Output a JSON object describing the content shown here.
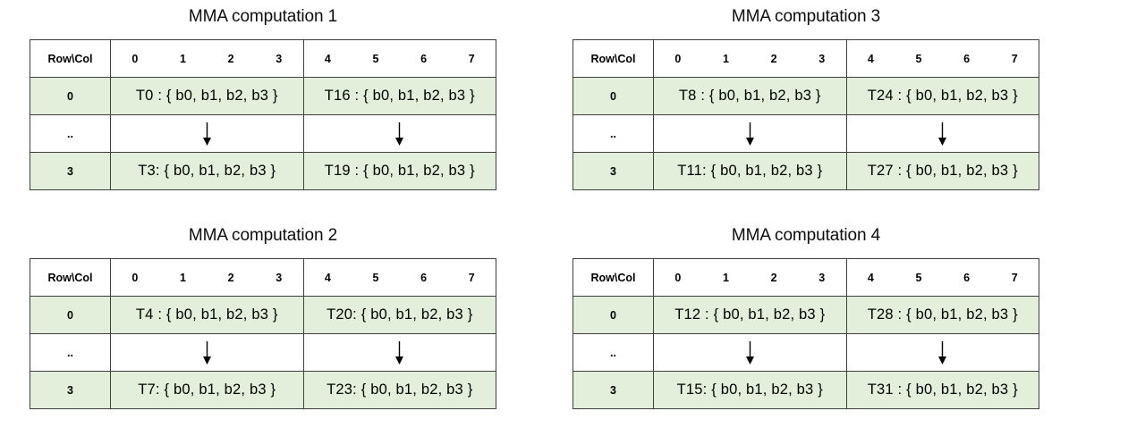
{
  "page": {
    "background": "#ffffff",
    "green_row_color": "#e3efda",
    "border_color": "#3f3f3f",
    "bottom_border_color": "#6aa84f"
  },
  "common": {
    "row_col_header": "Row\\Col",
    "col_numbers_left": [
      "0",
      "1",
      "2",
      "3"
    ],
    "col_numbers_right": [
      "4",
      "5",
      "6",
      "7"
    ],
    "row_labels": [
      "0",
      "..",
      "3"
    ],
    "arrow_icon": "down-arrow-icon"
  },
  "panels": [
    {
      "title": "MMA computation 1",
      "rows": [
        {
          "label": "0",
          "left": "T0 : { b0, b1, b2, b3 }",
          "right": "T16 : { b0, b1, b2, b3 }"
        },
        {
          "label": "..",
          "left": "",
          "right": ""
        },
        {
          "label": "3",
          "left": "T3: { b0, b1, b2, b3 }",
          "right": "T19 : { b0, b1, b2, b3 }"
        }
      ]
    },
    {
      "title": "MMA computation 3",
      "rows": [
        {
          "label": "0",
          "left": "T8 : { b0, b1, b2, b3 }",
          "right": "T24 : { b0, b1, b2, b3 }"
        },
        {
          "label": "..",
          "left": "",
          "right": ""
        },
        {
          "label": "3",
          "left": "T11: { b0, b1, b2, b3 }",
          "right": "T27 : { b0, b1, b2, b3 }"
        }
      ]
    },
    {
      "title": "MMA computation 2",
      "rows": [
        {
          "label": "0",
          "left": "T4 : { b0, b1, b2, b3 }",
          "right": "T20: { b0, b1, b2, b3 }"
        },
        {
          "label": "..",
          "left": "",
          "right": ""
        },
        {
          "label": "3",
          "left": "T7: { b0, b1, b2, b3 }",
          "right": "T23: { b0, b1, b2, b3 }"
        }
      ]
    },
    {
      "title": "MMA computation 4",
      "rows": [
        {
          "label": "0",
          "left": "T12 : { b0, b1, b2, b3 }",
          "right": "T28 : { b0, b1, b2, b3 }"
        },
        {
          "label": "..",
          "left": "",
          "right": ""
        },
        {
          "label": "3",
          "left": "T15: { b0, b1, b2, b3 }",
          "right": "T31 : { b0, b1, b2, b3 }"
        }
      ]
    }
  ]
}
